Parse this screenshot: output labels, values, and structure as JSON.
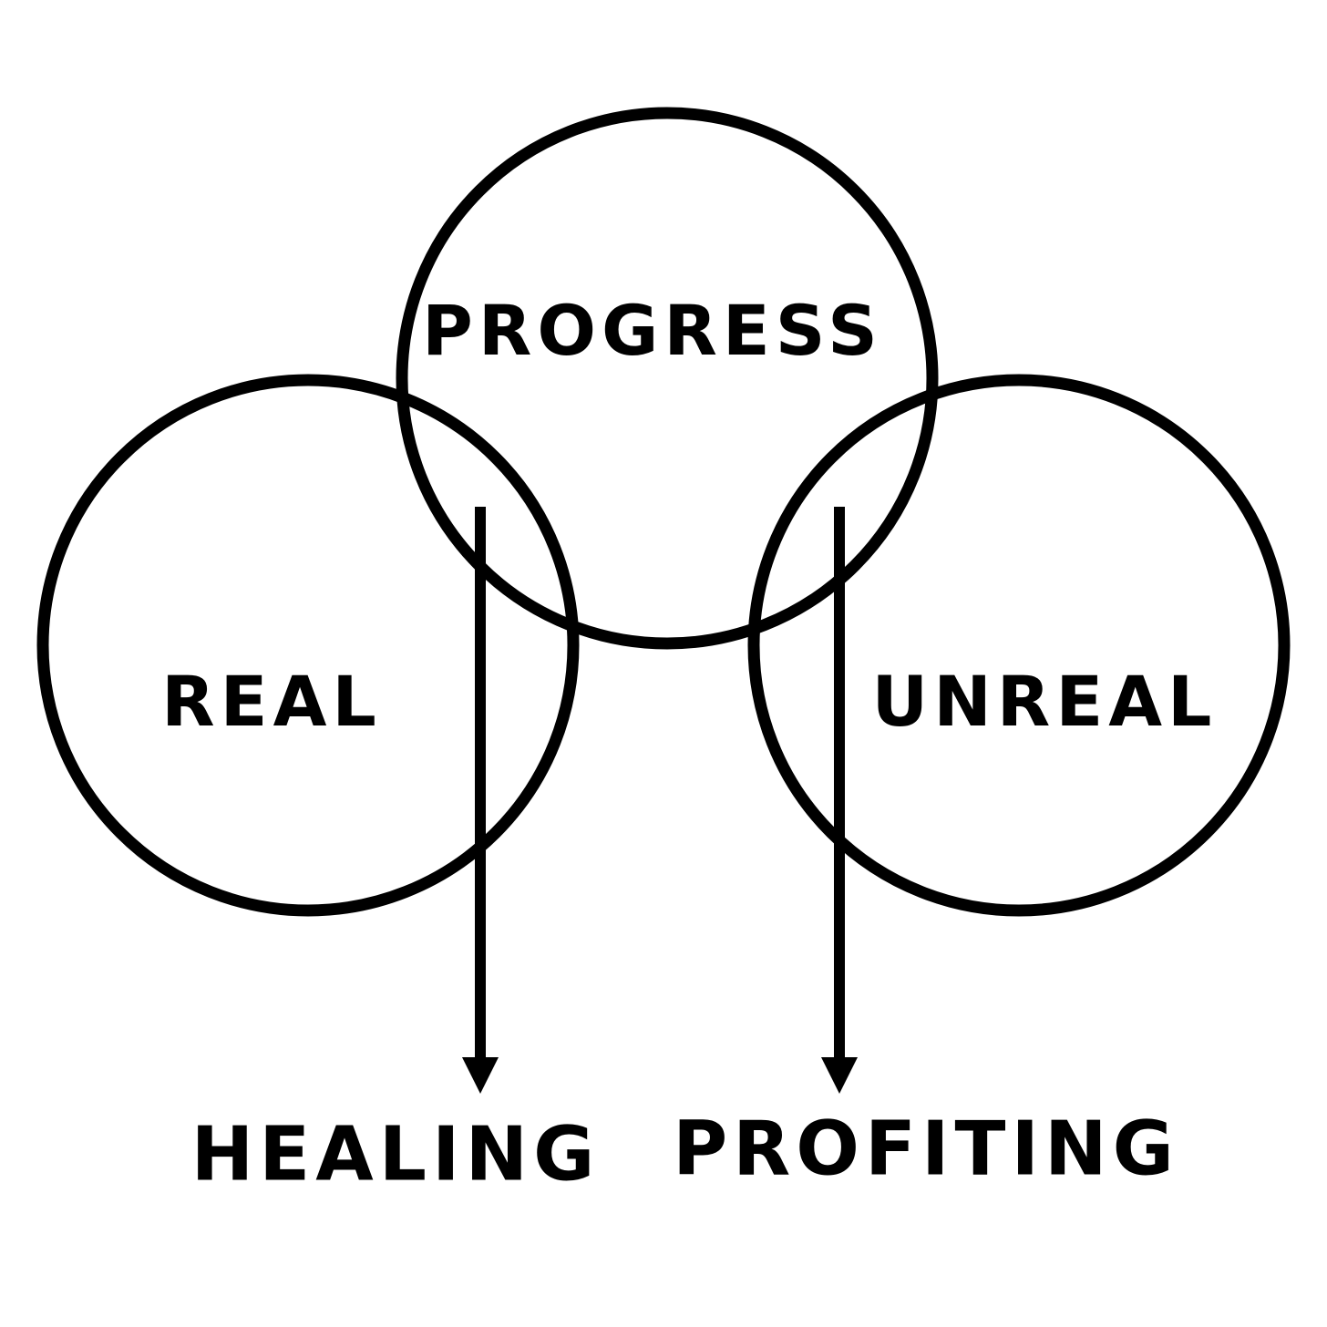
{
  "colors": {
    "ink": "#000000",
    "background": "#ffffff"
  },
  "circles": {
    "top": {
      "label": "PROGRESS"
    },
    "left": {
      "label": "REAL"
    },
    "right": {
      "label": "UNREAL"
    }
  },
  "outcomes": {
    "left": {
      "label": "HEALING"
    },
    "right": {
      "label": "PROFITING"
    }
  }
}
